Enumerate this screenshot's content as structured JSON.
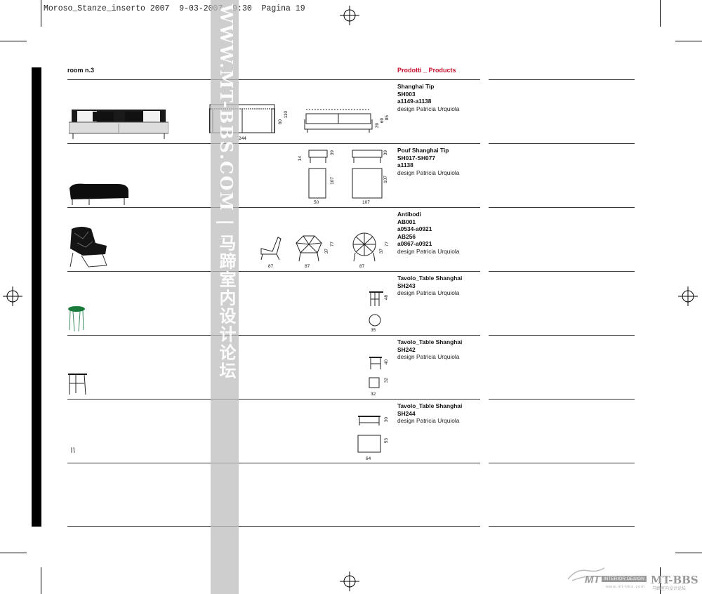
{
  "slug": "Moroso_Stanze_inserto 2007  9-03-2007  9:30  Pagina 19",
  "watermark": "WWW.MT-BBS.COM | 马蹄室内设计论坛",
  "header": {
    "room": "room n.3",
    "products": "Prodotti _ Products"
  },
  "colors": {
    "accent": "#c8102e",
    "rule": "#333333"
  },
  "products": [
    {
      "lines": [
        "Shanghai Tip",
        "SH003",
        "a1149-a1138"
      ],
      "design": "design Patricia Urquiola",
      "dims": [
        "60",
        "110",
        "244",
        "39",
        "69",
        "85"
      ]
    },
    {
      "lines": [
        "Pouf Shanghai Tip",
        "SH017-SH077",
        "a1138"
      ],
      "design": "design Patricia Urquiola",
      "dims": [
        "14",
        "39",
        "107",
        "50",
        "39",
        "107",
        "107"
      ]
    },
    {
      "lines": [
        "Antibodi",
        "AB001",
        "a0534-a0921",
        "AB256",
        "a0867-a0921"
      ],
      "design": "design Patricia Urquiola",
      "dims": [
        "87",
        "87",
        "37",
        "77",
        "37",
        "77",
        "87"
      ]
    },
    {
      "lines": [
        "Tavolo_Table Shanghai",
        "SH243"
      ],
      "design": "design Patricia Urquiola",
      "dims": [
        "48",
        "35"
      ]
    },
    {
      "lines": [
        "Tavolo_Table Shanghai",
        "SH242"
      ],
      "design": "design Patricia Urquiola",
      "dims": [
        "40",
        "32",
        "32"
      ]
    },
    {
      "lines": [
        "Tavolo_Table Shanghai",
        "SH244"
      ],
      "design": "design Patricia Urquiola",
      "dims": [
        "30",
        "53",
        "64"
      ]
    }
  ],
  "footer": {
    "logo": "MT",
    "badge": "INTERIOR DESIGN",
    "brand": "MT-BBS",
    "url": "www.mt-bbs.com",
    "cn": "马蹄室内设计论坛"
  }
}
